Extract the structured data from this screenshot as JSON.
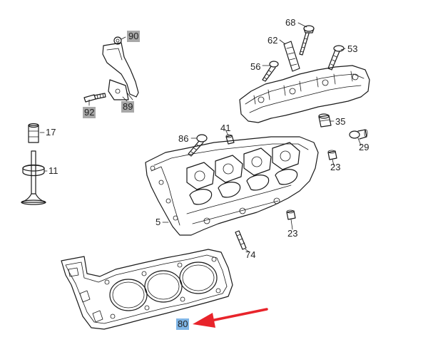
{
  "callouts": [
    {
      "id": "90",
      "label": "90",
      "style": "grey"
    },
    {
      "id": "92",
      "label": "92",
      "style": "grey"
    },
    {
      "id": "89",
      "label": "89",
      "style": "grey"
    },
    {
      "id": "68",
      "label": "68",
      "style": "none"
    },
    {
      "id": "62",
      "label": "62",
      "style": "none"
    },
    {
      "id": "53",
      "label": "53",
      "style": "none"
    },
    {
      "id": "56",
      "label": "56",
      "style": "none"
    },
    {
      "id": "17",
      "label": "17",
      "style": "none"
    },
    {
      "id": "41",
      "label": "41",
      "style": "none"
    },
    {
      "id": "86",
      "label": "86",
      "style": "none"
    },
    {
      "id": "35",
      "label": "35",
      "style": "none"
    },
    {
      "id": "29",
      "label": "29",
      "style": "none"
    },
    {
      "id": "11",
      "label": "11",
      "style": "none"
    },
    {
      "id": "23a",
      "label": "23",
      "style": "none"
    },
    {
      "id": "5",
      "label": "5",
      "style": "none"
    },
    {
      "id": "23b",
      "label": "23",
      "style": "none"
    },
    {
      "id": "74",
      "label": "74",
      "style": "none"
    },
    {
      "id": "80",
      "label": "80",
      "style": "blue"
    }
  ],
  "colors": {
    "highlight_grey": "#a8a8a8",
    "highlight_blue": "#7fb5e6",
    "arrow": "#e8242b",
    "line": "#1a1a1a"
  },
  "icons": {
    "arrow": "red-pointer-arrow"
  }
}
